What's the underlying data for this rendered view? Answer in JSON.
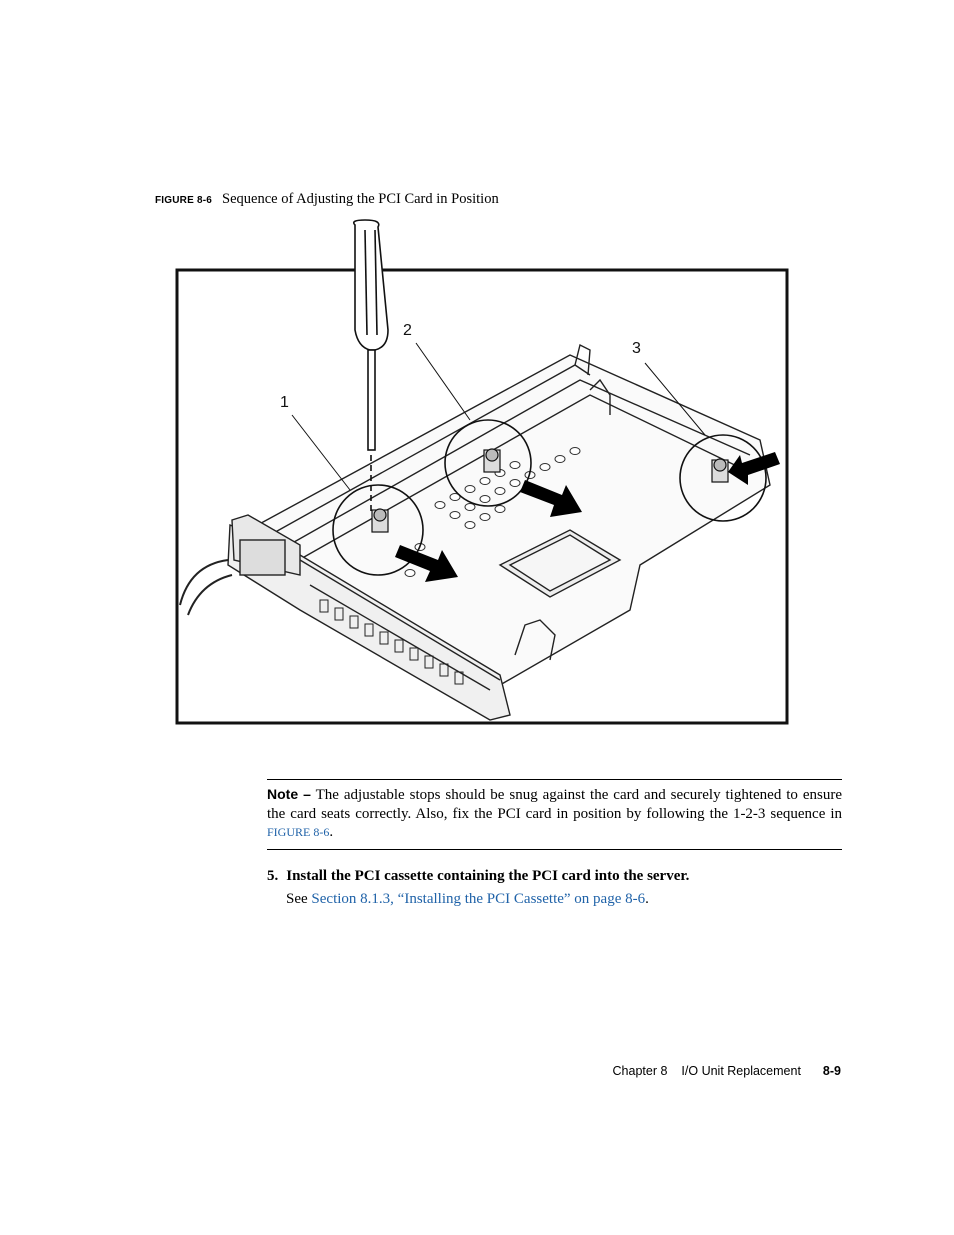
{
  "figure": {
    "label": "FIGURE 8-6",
    "title": "Sequence of Adjusting the PCI Card in Position",
    "callouts": [
      "1",
      "2",
      "3"
    ]
  },
  "note": {
    "head": "Note –",
    "text_before": " The adjustable stops should be snug against the card and securely tightened to ensure the card seats correctly. Also, fix the PCI card in position by following the 1-2-3 sequence in ",
    "link": "FIGURE 8-6",
    "text_after": "."
  },
  "step": {
    "number": "5.",
    "text": "Install the PCI cassette containing the PCI card into the server.",
    "see_prefix": "See ",
    "see_link": "Section 8.1.3, “Installing the PCI Cassette” on page 8-6",
    "see_suffix": "."
  },
  "footer": {
    "chapter": "Chapter 8",
    "section": "I/O Unit Replacement",
    "page": "8-9"
  },
  "colors": {
    "link": "#1f62a8"
  }
}
